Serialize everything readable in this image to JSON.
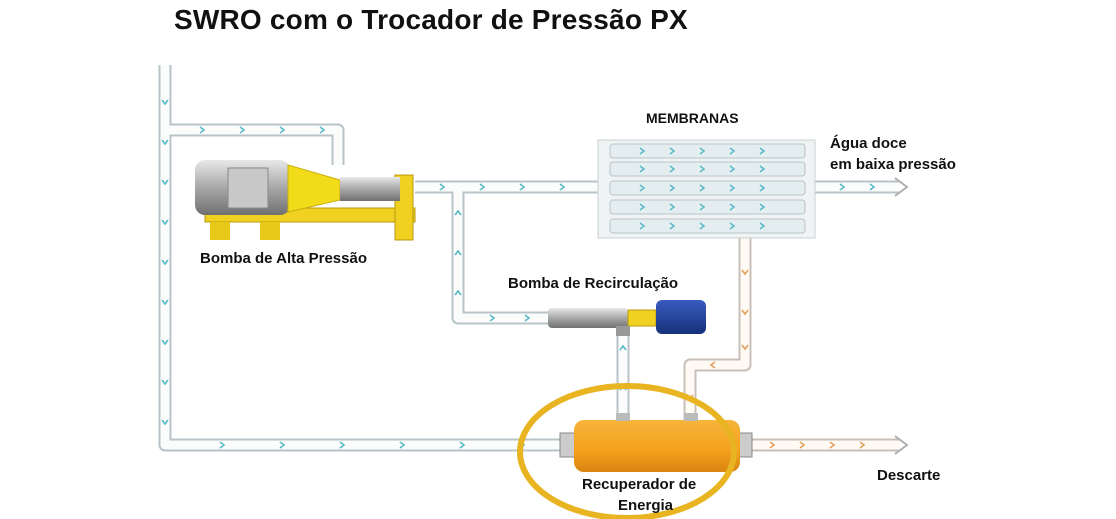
{
  "title": "SWRO com o Trocador de Pressão PX",
  "labels": {
    "high_pressure_pump": "Bomba de Alta Pressão",
    "membranes": "MEMBRANAS",
    "fresh_water_line1": "Água doce",
    "fresh_water_line2": "em baixa pressão",
    "recirculation_pump": "Bomba de Recirculação",
    "energy_recovery_line1": "Recuperador de",
    "energy_recovery_line2": "Energia",
    "discharge": "Descarte"
  },
  "colors": {
    "seawater_flow": "#5bb8c8",
    "brine_flow": "#e0a060",
    "highlight_ring": "#e8b422",
    "recovery_device": "#f4a51c",
    "pump_yellow": "#f0d020",
    "motor_blue": "#1f3f9a"
  }
}
